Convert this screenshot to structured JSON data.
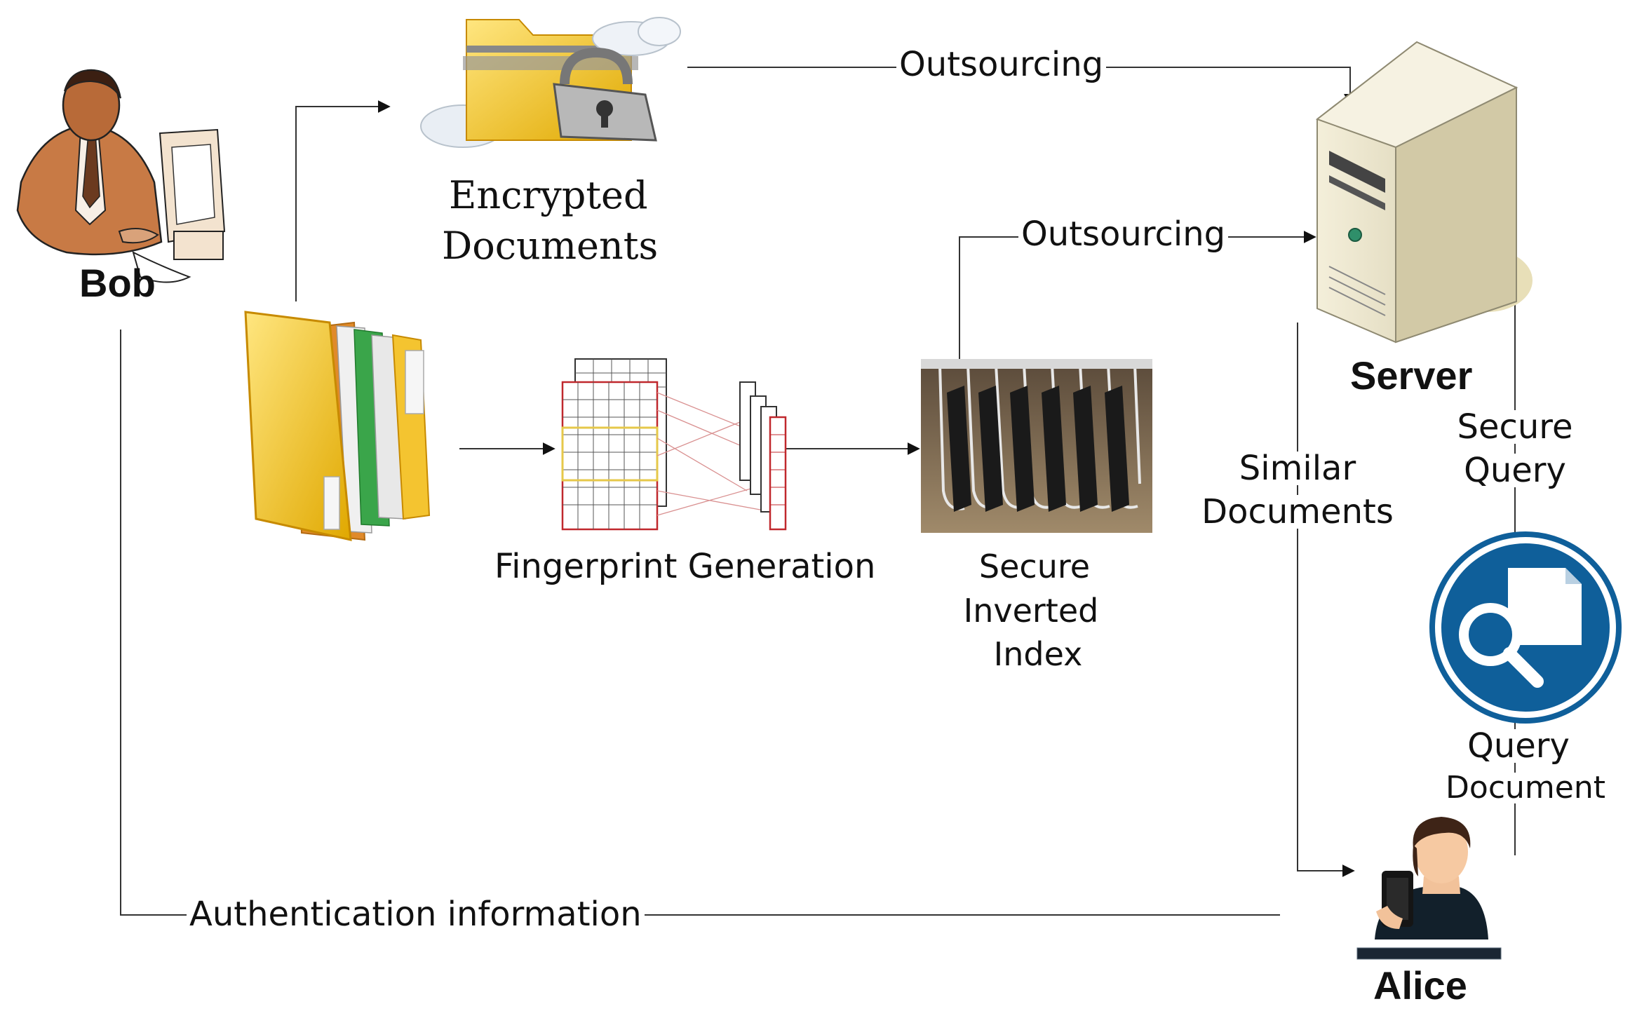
{
  "nodes": {
    "bob": {
      "label": "Bob",
      "icon": "man-at-computer-icon"
    },
    "encrypted_documents": {
      "line1": "Encrypted",
      "line2": "Documents",
      "icon": "locked-cloud-folder-icon"
    },
    "documents": {
      "icon": "document-folder-icon"
    },
    "fingerprint_generation": {
      "label": "Fingerprint Generation",
      "icon": "fingerprint-grid-icon"
    },
    "secure_inverted_index": {
      "line1": "Secure",
      "line2": "Inverted",
      "line3": "Index",
      "icon": "hanging-file-index-icon"
    },
    "server": {
      "label": "Server",
      "icon": "server-tower-icon"
    },
    "query_document": {
      "line1": "Query",
      "line2": "Document",
      "icon": "document-search-icon"
    },
    "alice": {
      "label": "Alice",
      "icon": "woman-with-phone-icon"
    }
  },
  "edges": {
    "outsourcing_documents": "Outsourcing",
    "outsourcing_index": "Outsourcing",
    "similar_documents_line1": "Similar",
    "similar_documents_line2": "Documents",
    "secure_query_line1": "Secure",
    "secure_query_line2": "Query",
    "authentication": "Authentication information"
  },
  "colors": {
    "line": "#333333",
    "folder_yellow": "#f4c430",
    "grid_red": "#c0282d",
    "query_blue": "#0f5f9a",
    "server_beige": "#e8e2c8"
  }
}
